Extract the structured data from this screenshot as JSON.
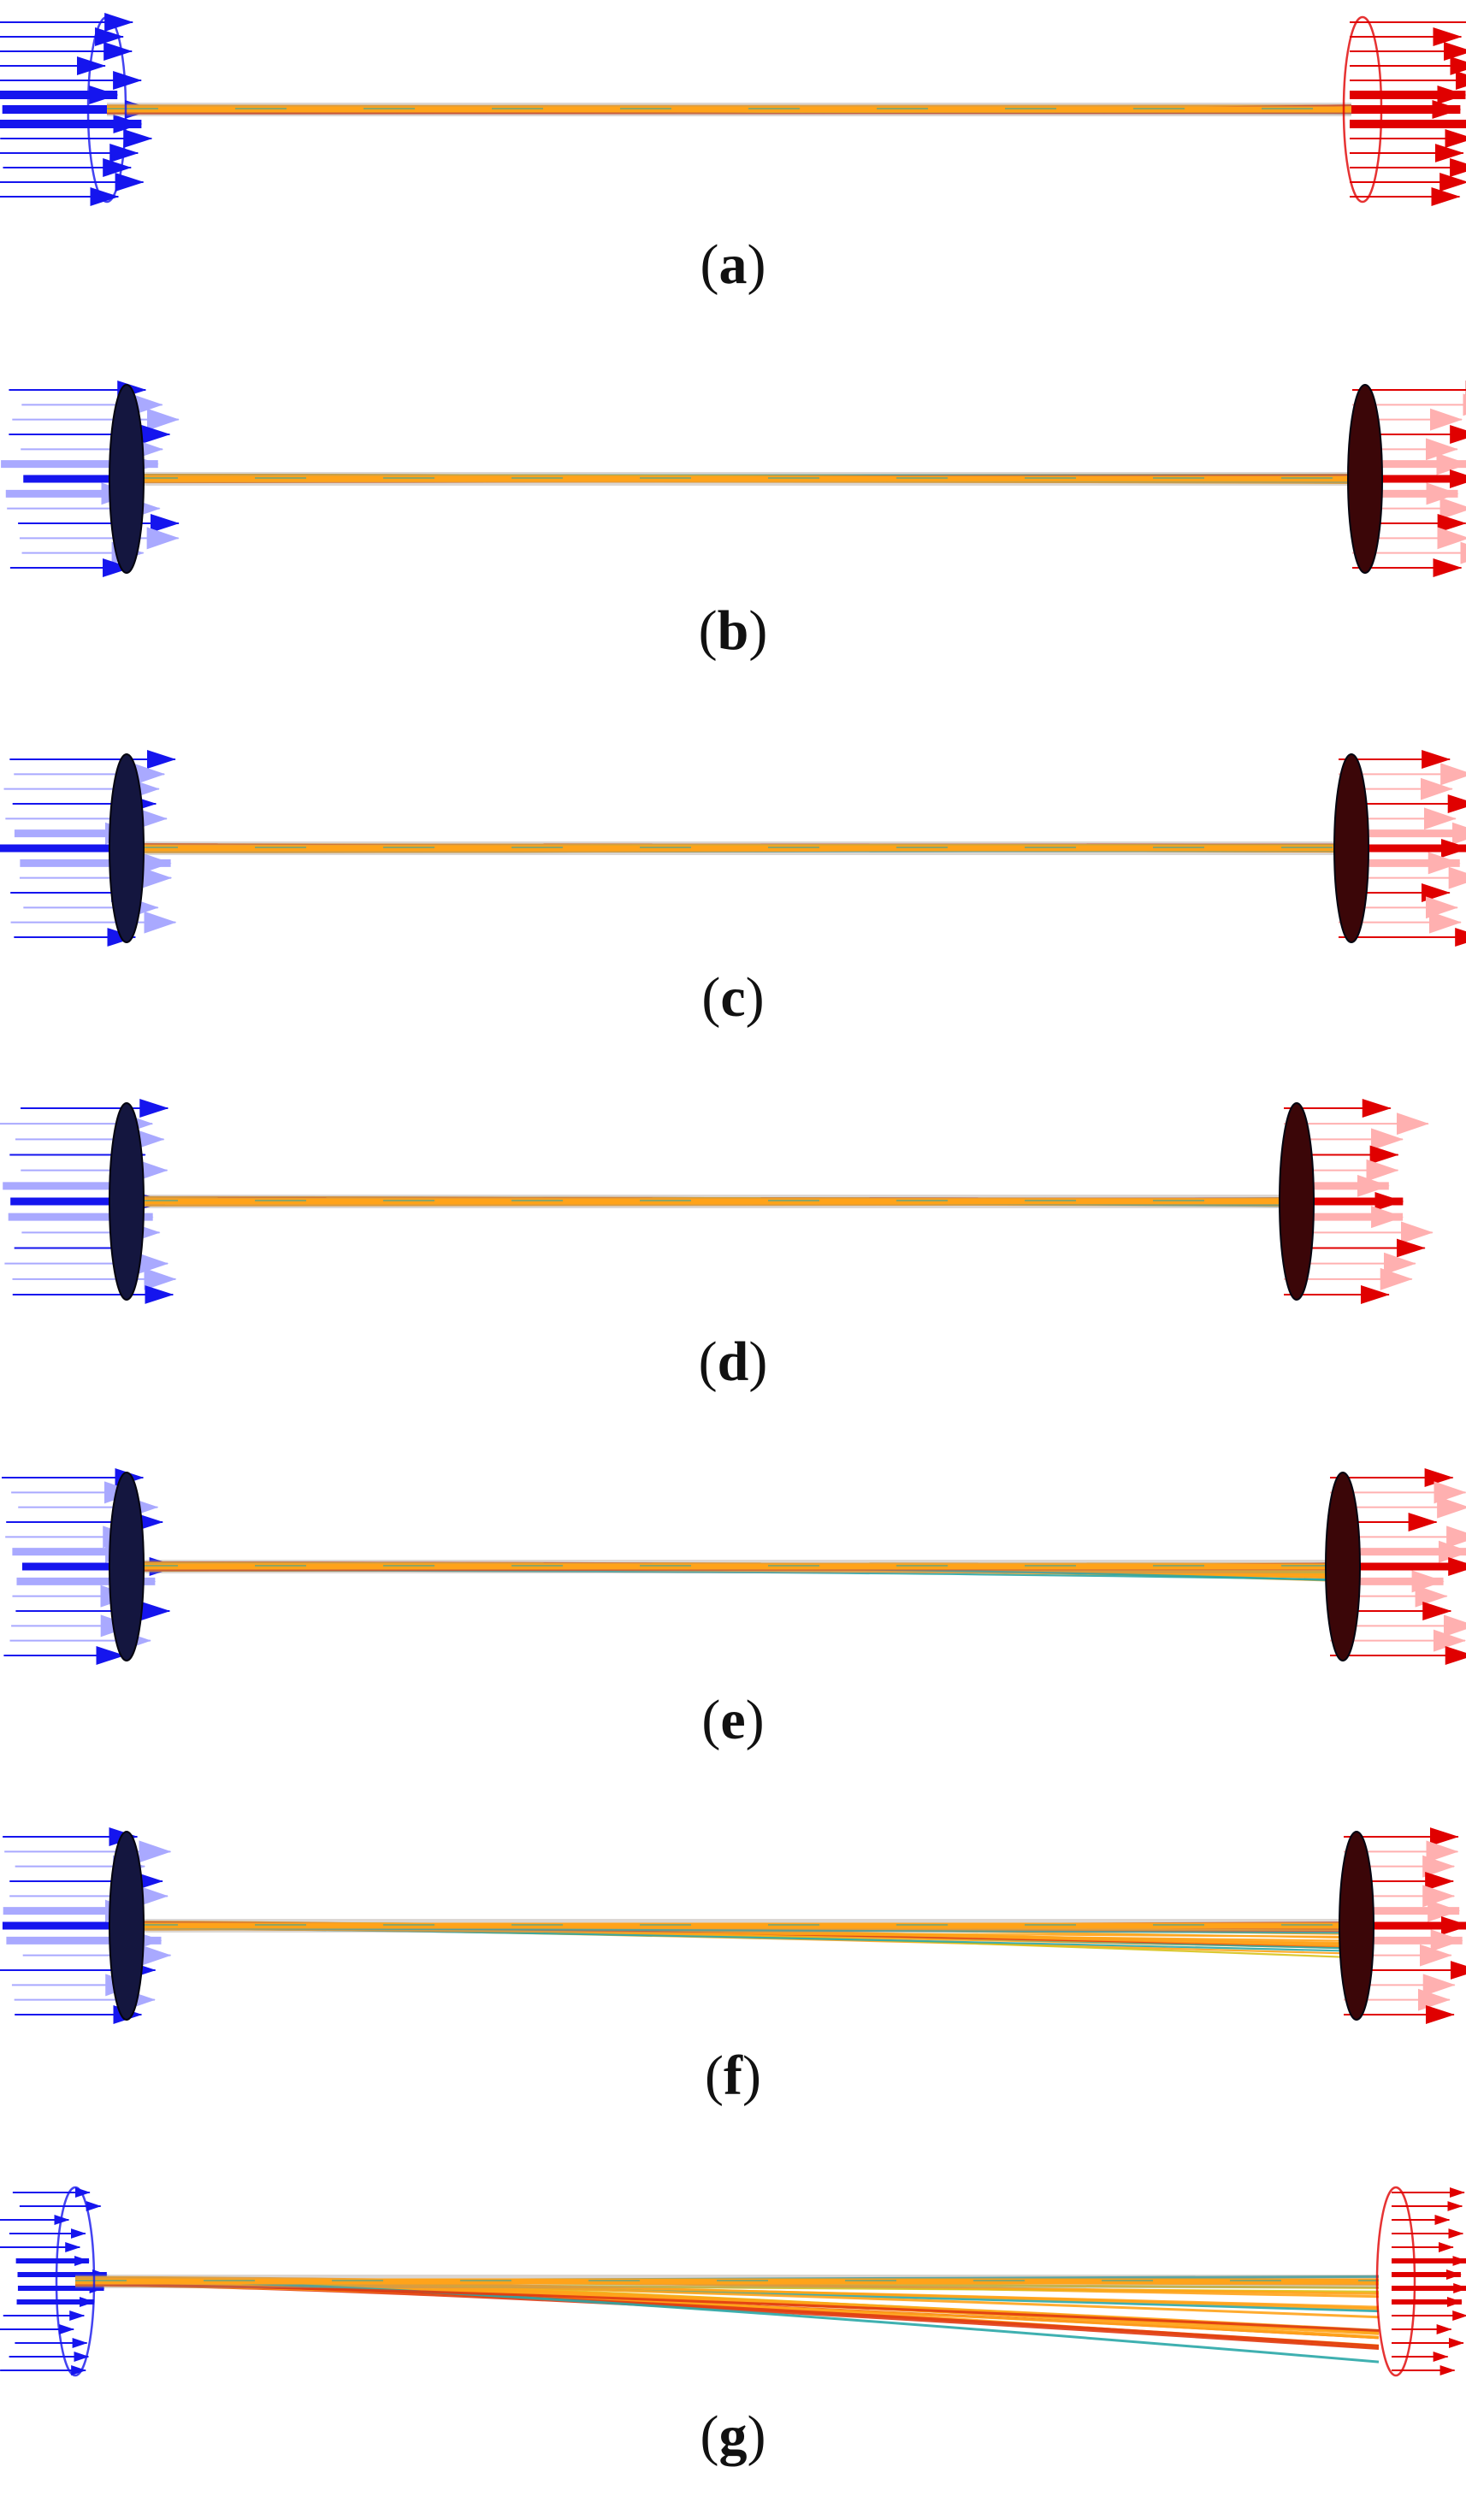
{
  "figure": {
    "panels": [
      {
        "id": "a",
        "label": "a",
        "variant": "outline"
      },
      {
        "id": "b",
        "label": "b",
        "variant": "filled"
      },
      {
        "id": "c",
        "label": "c",
        "variant": "filled"
      },
      {
        "id": "d",
        "label": "d",
        "variant": "filled"
      },
      {
        "id": "e",
        "label": "e",
        "variant": "filled"
      },
      {
        "id": "f",
        "label": "f",
        "variant": "filled"
      },
      {
        "id": "g",
        "label": "g",
        "variant": "outline"
      }
    ],
    "colors": {
      "inlet_arrow": "#1515ee",
      "inlet_arrow_light": "#a9a9ff",
      "outlet_arrow": "#e00000",
      "outlet_arrow_light": "#ffb0b0",
      "disk_fill": "#14163f",
      "disk_outlet_fill": "#3b0608",
      "fiber_main": "#ffa31a",
      "fiber_accent_1": "#2aa7a7",
      "fiber_accent_2": "#e03a12",
      "fiber_accent_3": "#d8c21a"
    },
    "icons": [
      "inlet-arrow-icon",
      "outlet-arrow-icon",
      "inlet-disk-icon",
      "outlet-disk-icon"
    ]
  }
}
